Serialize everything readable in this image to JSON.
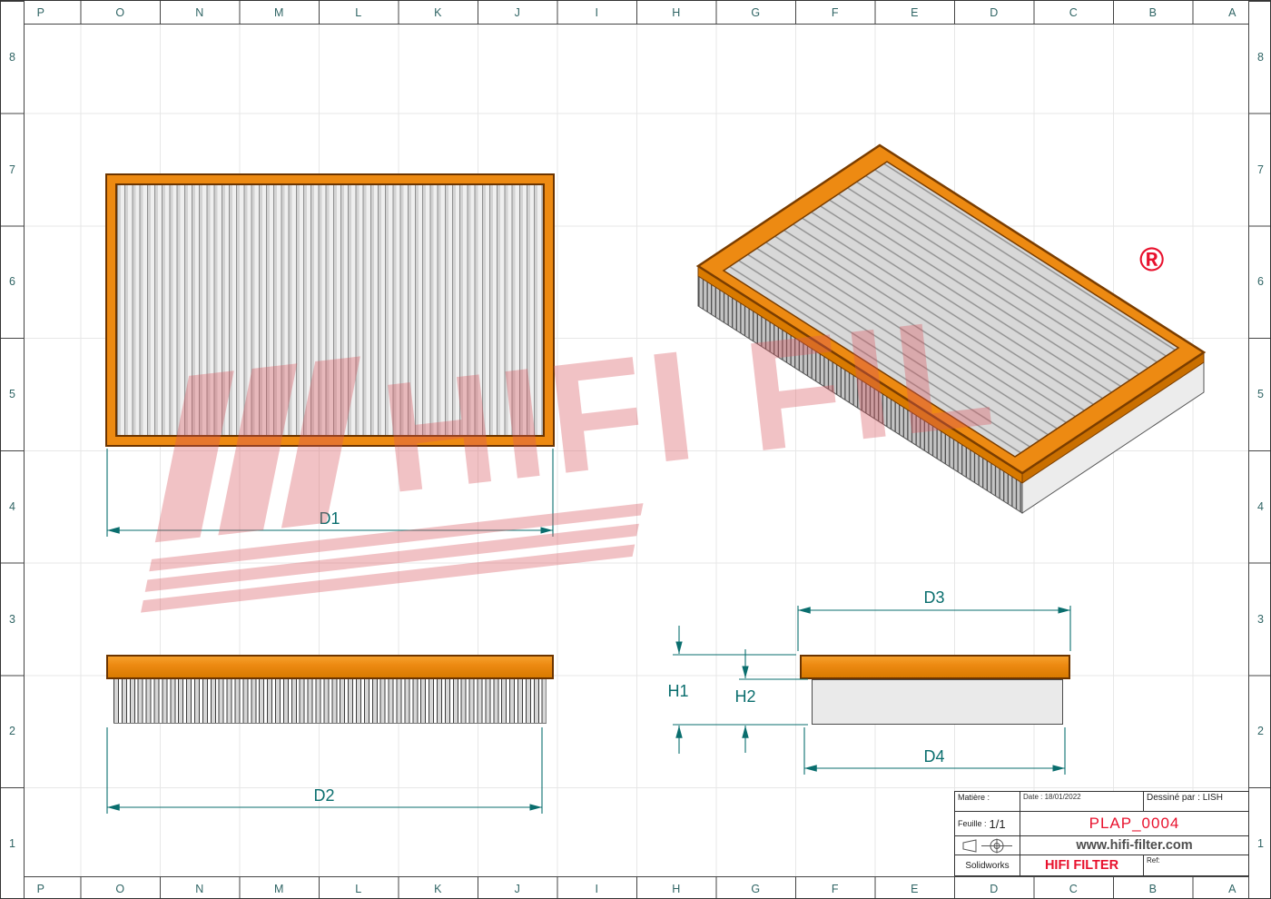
{
  "sheet": {
    "grid_columns": [
      "P",
      "O",
      "N",
      "M",
      "L",
      "K",
      "J",
      "I",
      "H",
      "G",
      "F",
      "E",
      "D",
      "C",
      "B",
      "A"
    ],
    "grid_rows": [
      "8",
      "7",
      "6",
      "5",
      "4",
      "3",
      "2",
      "1"
    ]
  },
  "watermark": {
    "text": "HIFI FIL"
  },
  "registered_mark": "®",
  "dimensions": {
    "d1": "D1",
    "d2": "D2",
    "d3": "D3",
    "d4": "D4",
    "h1": "H1",
    "h2": "H2"
  },
  "title_block": {
    "matiere_label": "Matière :",
    "date": "Date : 18/01/2022",
    "drawn_by": "Dessiné par : LISH",
    "feuille_label": "Feuille :",
    "feuille_value": "1/1",
    "part_number": "PLAP_0004",
    "website": "www.hifi-filter.com",
    "software": "Solidworks",
    "brand": "HIFI FILTER",
    "ref_label": "Ref:"
  },
  "colors": {
    "frame_orange": "#ED8A12",
    "dimension_teal": "#0A6E6E",
    "brand_red": "#E8112D",
    "watermark_pink": "#DB5860"
  }
}
